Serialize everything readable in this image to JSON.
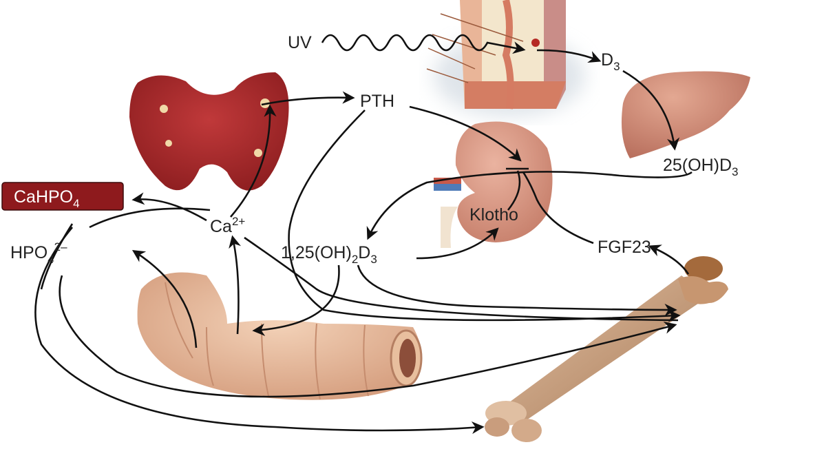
{
  "labels": {
    "uv": "UV",
    "d3": {
      "main": "D",
      "sub": "3"
    },
    "pth": "PTH",
    "oh_d3": {
      "main": "25(OH)D",
      "sub": "3"
    },
    "cahpo4": {
      "main": "CaHPO",
      "sub": "4"
    },
    "ca": {
      "main": "Ca",
      "sup": "2+"
    },
    "hpo4": {
      "main": "HPO",
      "sub": "4",
      "sup": "2–"
    },
    "calcitriol": {
      "a": "1,25(OH)",
      "sub1": "2",
      "b": "D",
      "sub2": "3"
    },
    "klotho": "Klotho",
    "fgf23": "FGF23"
  },
  "colors": {
    "cahpo4_box": "#8e1a1d",
    "thyroid": "#a52a2c",
    "organ": "#d99a86",
    "bone": "#c79a7a",
    "intestine": "#e6b99b"
  }
}
